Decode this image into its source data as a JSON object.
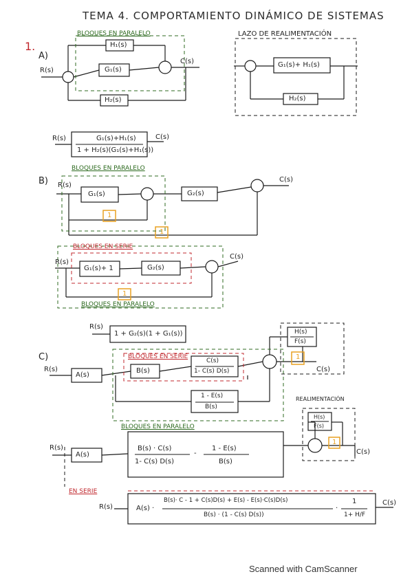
{
  "title": "TEMA 4. COMPORTAMIENTO DINÁMICO DE SISTEMAS",
  "section_number": "1.",
  "part_a": {
    "label": "A)",
    "group_label": "BLOQUES EN PARALELO",
    "feedback_label": "LAZO DE REALIMENTACIÓN",
    "input": "R(s)",
    "output": "C(s)",
    "block_h1": "H₁(s)",
    "block_g1": "G₁(s)",
    "block_h2": "H₂(s)",
    "block_sum": "G₁(s)+ H₁(s)",
    "block_h2_right": "H₂(s)",
    "result_num": "G₁(s)+H₁(s)",
    "result_den": "1 + H₂(s)(G₁(s)+H₁(s))",
    "result_in": "R(s)",
    "result_out": "C(s)"
  },
  "part_b": {
    "label": "B)",
    "group1_label": "BLOQUES EN PARALELO",
    "input": "R(s)",
    "output": "C(s)",
    "block_g1": "G₁(s)",
    "block_g2": "G₂(s)",
    "unit_block": "1",
    "serie_label": "BLOQUES EN SERIE",
    "block_g1p1": "G₁(s)+ 1",
    "block_g2b": "G₂(s)",
    "parallel2_label": "BLOQUES EN PARALELO",
    "result_in": "R(s)",
    "result": "1 + G₂(s)(1 + G₁(s))"
  },
  "part_c": {
    "label": "C)",
    "input": "R(s)",
    "output": "C(s)",
    "block_a": "A(s)",
    "block_b": "B(s)",
    "serie_label": "BLOQUES EN SERIE",
    "block_c_num": "C(s)",
    "block_c_den": "1- C(s) D(s)",
    "block_e_num": "1 - E(s)",
    "block_e_den": "B(s)",
    "block_hf_num": "H(s)",
    "block_hf_den": "F(s)",
    "unit_block": "1",
    "parallel_label": "BLOQUES EN PARALELO",
    "realim_label": "REALIMENTACIÓN",
    "expr_left_num": "B(s) · C(s)",
    "expr_left_den": "1- C(s) D(s)",
    "expr_minus": "-",
    "expr_right_num": "1 - E(s)",
    "expr_right_den": "B(s)",
    "serie2_label": "EN SERIE",
    "final_prefix": "A(s) ·",
    "final_num": "B(s)· C - 1 + C(s)D(s) + E(s) - E(s)·C(s)D(s)",
    "final_den": "B(s) · (1 - C(s) D(s))",
    "final_mult": "·",
    "final_frac_num": "1",
    "final_frac_den": "1+ H/F"
  },
  "footer": "Scanned with CamScanner",
  "colors": {
    "ink": "#1a1a1a",
    "green": "#2d6a1f",
    "red": "#c0272d",
    "orange": "#e8a020"
  }
}
